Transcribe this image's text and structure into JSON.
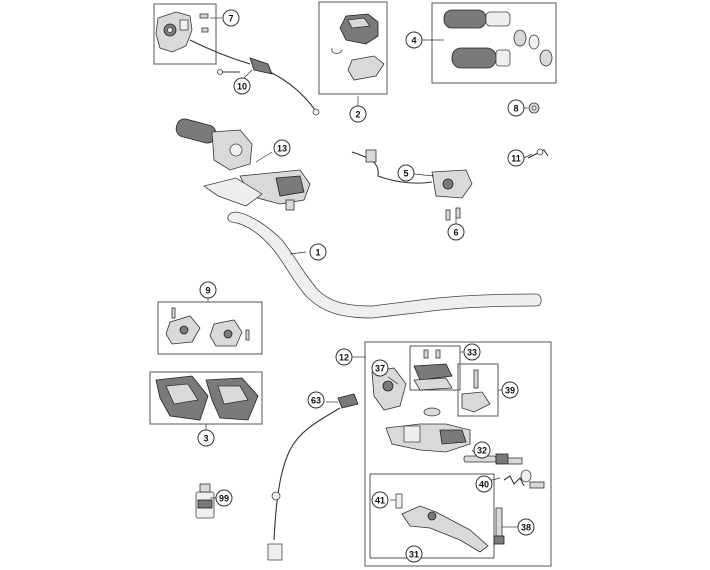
{
  "callouts": [
    {
      "id": "c7",
      "label": "7"
    },
    {
      "id": "c10",
      "label": "10"
    },
    {
      "id": "c2",
      "label": "2"
    },
    {
      "id": "c4",
      "label": "4"
    },
    {
      "id": "c8",
      "label": "8"
    },
    {
      "id": "c13",
      "label": "13"
    },
    {
      "id": "c11",
      "label": "11"
    },
    {
      "id": "c5",
      "label": "5"
    },
    {
      "id": "c6",
      "label": "6"
    },
    {
      "id": "c1",
      "label": "1"
    },
    {
      "id": "c9",
      "label": "9"
    },
    {
      "id": "c12",
      "label": "12"
    },
    {
      "id": "c33",
      "label": "33"
    },
    {
      "id": "c37",
      "label": "37"
    },
    {
      "id": "c39",
      "label": "39"
    },
    {
      "id": "c63",
      "label": "63"
    },
    {
      "id": "c3",
      "label": "3"
    },
    {
      "id": "c32",
      "label": "32"
    },
    {
      "id": "c40",
      "label": "40"
    },
    {
      "id": "c99",
      "label": "99"
    },
    {
      "id": "c41",
      "label": "41"
    },
    {
      "id": "c38",
      "label": "38"
    },
    {
      "id": "c31",
      "label": "31"
    }
  ]
}
